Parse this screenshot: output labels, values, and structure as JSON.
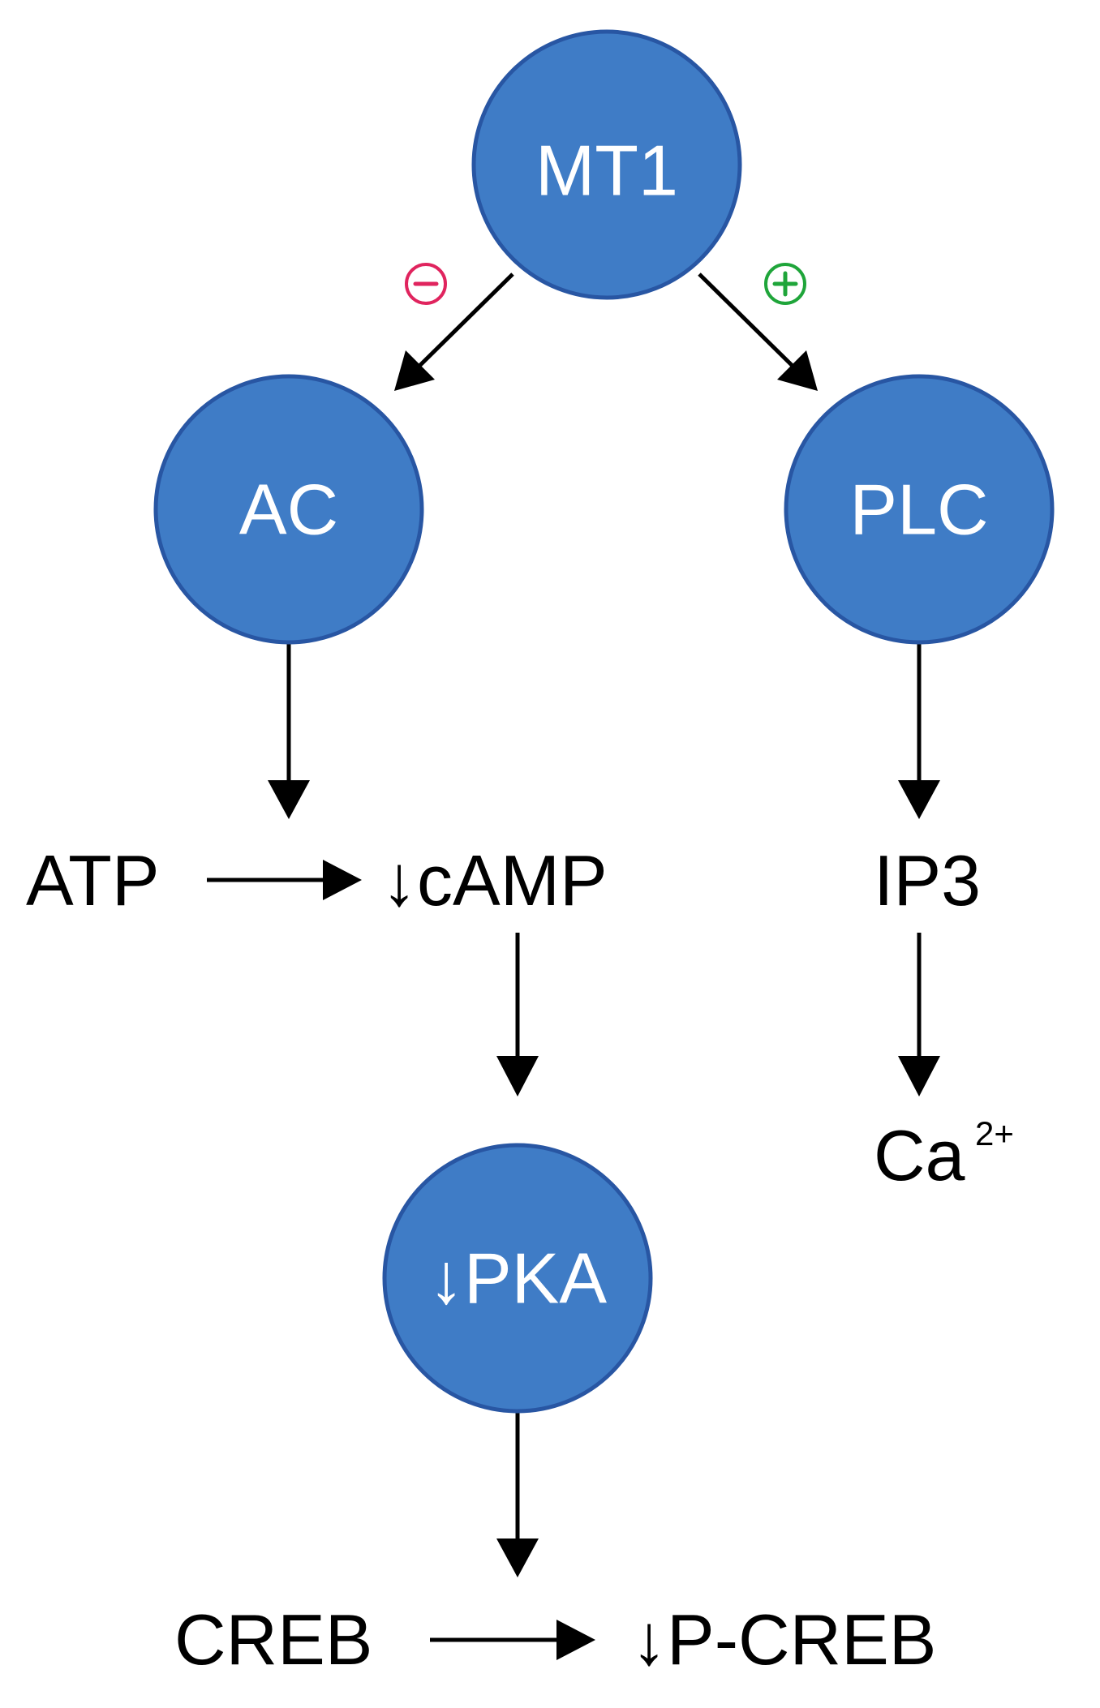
{
  "colors": {
    "node_fill": "#3F7CC6",
    "node_stroke": "#2856A3",
    "inhibit": "#E0245E",
    "activate": "#1FA53A"
  },
  "nodes": {
    "mt1": "MT1",
    "ac": "AC",
    "plc": "PLC",
    "pka": "↓PKA"
  },
  "labels": {
    "atp": "ATP",
    "camp": "↓cAMP",
    "ip3": "IP3",
    "ca": "Ca",
    "ca_charge": "2+",
    "creb": "CREB",
    "pcreb": "↓P-CREB"
  },
  "signs": {
    "inhibit_symbol": "minus-circle-icon",
    "activate_symbol": "plus-circle-icon"
  }
}
